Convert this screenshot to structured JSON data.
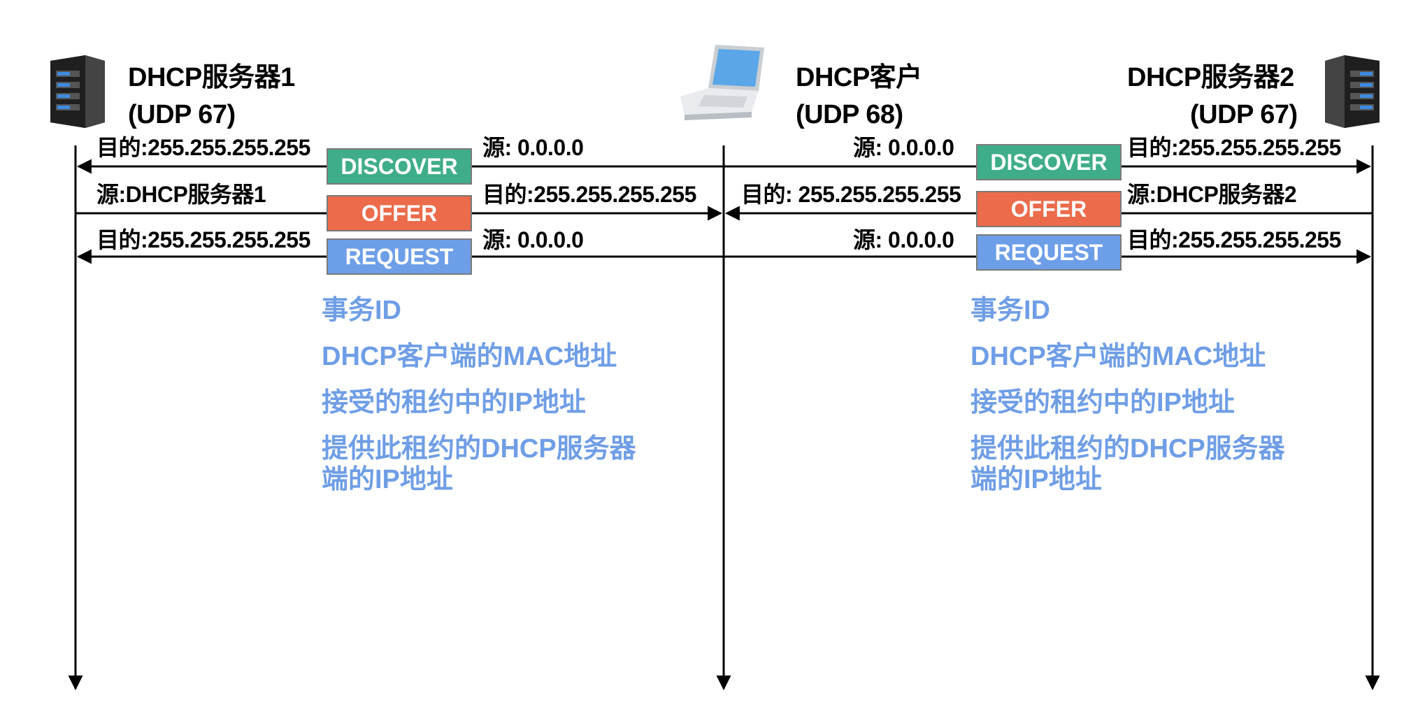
{
  "colors": {
    "discover": "#3fad8a",
    "offer": "#eb6b4a",
    "request": "#6d9ee8",
    "note_text": "#6f9ee6"
  },
  "icons": {
    "server1": "server-icon",
    "laptop": "laptop-icon",
    "server2": "server-icon"
  },
  "nodes": {
    "server1": {
      "name": "DHCP服务器1",
      "port": "(UDP 67)"
    },
    "client": {
      "name": "DHCP客户",
      "port": "(UDP 68)"
    },
    "server2": {
      "name": "DHCP服务器2",
      "port": "(UDP 67)"
    }
  },
  "messages": {
    "discover": "DISCOVER",
    "offer": "OFFER",
    "request": "REQUEST"
  },
  "left": {
    "discover_dst": "目的:255.255.255.255",
    "discover_src": "源: 0.0.0.0",
    "offer_src": "源:DHCP服务器1",
    "offer_dst": "目的:255.255.255.255",
    "request_dst": "目的:255.255.255.255",
    "request_src": "源: 0.0.0.0"
  },
  "right": {
    "discover_src": "源: 0.0.0.0",
    "discover_dst": "目的:255.255.255.255",
    "offer_dst": "目的: 255.255.255.255",
    "offer_src": "源:DHCP服务器2",
    "request_src": "源: 0.0.0.0",
    "request_dst": "目的:255.255.255.255"
  },
  "request_fields": {
    "line1": "事务ID",
    "line2": "DHCP客户端的MAC地址",
    "line3": "接受的租约中的IP地址",
    "line4a": "提供此租约的DHCP服务器",
    "line4b": "端的IP地址"
  }
}
